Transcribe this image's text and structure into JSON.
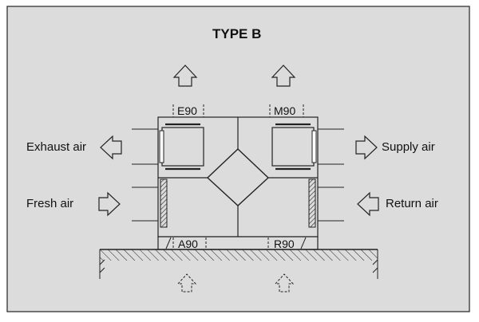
{
  "diagram": {
    "title": "TYPE B",
    "labels": {
      "exhaust": "Exhaust air",
      "supply": "Supply air",
      "fresh": "Fresh air",
      "return": "Return air"
    },
    "ports": {
      "e90": "E90",
      "m90": "M90",
      "a90": "A90",
      "r90": "R90"
    },
    "icons": [
      "arrow-up-icon",
      "arrow-left-icon",
      "arrow-right-icon",
      "arrow-dashed-up-icon",
      "heat-exchanger-icon",
      "fan-icon",
      "filter-icon",
      "ground-hatch-icon"
    ],
    "colors": {
      "background": "#dcdcdc",
      "line": "#222222"
    }
  }
}
